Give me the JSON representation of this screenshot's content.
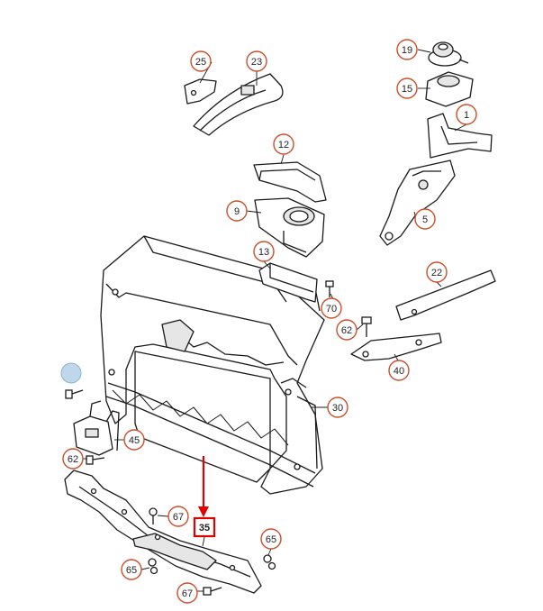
{
  "diagram": {
    "colors": {
      "callout_ring": "#c8502a",
      "callout_text": "#222222",
      "highlight": "#e00000",
      "part_line": "#1a1a1a",
      "part_fill": "#ffffff",
      "part_shade": "#e6e6e6",
      "placeholder_fill": "#bfd7ea"
    },
    "callouts": {
      "c1": "1",
      "c5": "5",
      "c9": "9",
      "c12": "12",
      "c13": "13",
      "c15": "15",
      "c19": "19",
      "c22": "22",
      "c23": "23",
      "c25": "25",
      "c30": "30",
      "c35": "35",
      "c40": "40",
      "c45": "45",
      "c62a": "62",
      "c62b": "62",
      "c65a": "65",
      "c65b": "65",
      "c67a": "67",
      "c67b": "67",
      "c70": "70"
    }
  }
}
